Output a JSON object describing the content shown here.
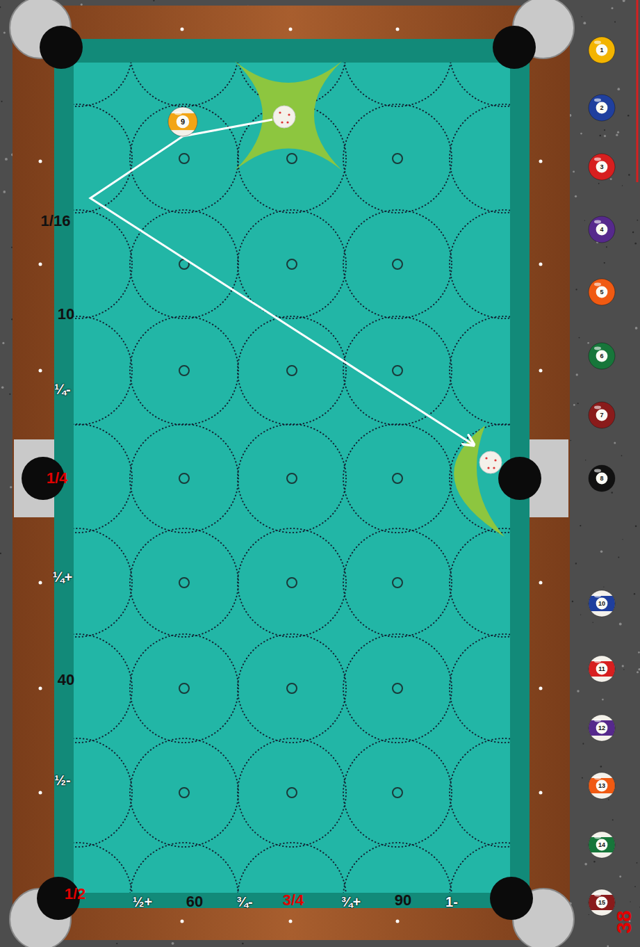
{
  "diagram": {
    "nodes": [
      {
        "text": [
          "1"
        ]
      },
      {
        "text": [
          "2"
        ]
      },
      {
        "text": [
          "9"
        ]
      },
      {
        "text": [
          "3"
        ]
      },
      {
        "text": [
          "4"
        ]
      },
      {
        "text": [
          "5"
        ]
      },
      {
        "text": [
          "6"
        ]
      },
      {
        "text": [
          "7"
        ]
      },
      {
        "text": [
          "8"
        ]
      },
      {
        "text": [
          "10"
        ]
      },
      {
        "text": [
          "11"
        ]
      },
      {
        "text": [
          "12"
        ]
      },
      {
        "text": [
          "13"
        ]
      },
      {
        "text": [
          "14"
        ]
      },
      {
        "text": [
          "15"
        ]
      }
    ],
    "labels": [
      "1/16",
      "10",
      "¼-",
      "1/4",
      "¼+",
      "40",
      "½-",
      "1/2",
      "½+",
      "60",
      "¾-",
      "3/4",
      "¾+",
      "90",
      "1-",
      "38"
    ]
  }
}
